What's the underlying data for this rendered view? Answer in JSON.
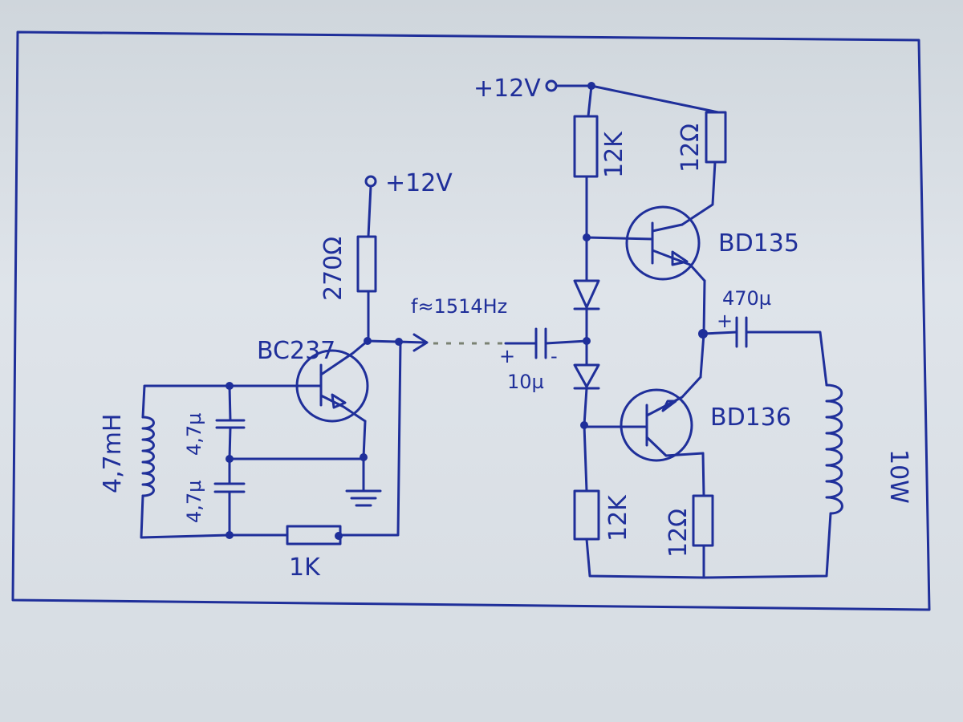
{
  "labels": {
    "vcc_left": "+12V",
    "vcc_right": "+12V",
    "r_270": "270Ω",
    "q_osc": "BC237",
    "freq": "f≈1514Hz",
    "l_osc": "4,7mH",
    "c_top": "4,7µ",
    "c_bot": "4,7µ",
    "r_1k": "1K",
    "c_in_plus": "+",
    "c_in_minus": "-",
    "c_in": "10µ",
    "r_top": "12K",
    "r_top12": "12Ω",
    "q_top": "BD135",
    "c_out": "470µ",
    "c_out_plus": "+",
    "q_bot": "BD136",
    "r_bot": "12K",
    "r_bot12": "12Ω",
    "speaker": "10W"
  },
  "colors": {
    "ink": "#1f2f9a",
    "paper": "#dfe4ea"
  }
}
